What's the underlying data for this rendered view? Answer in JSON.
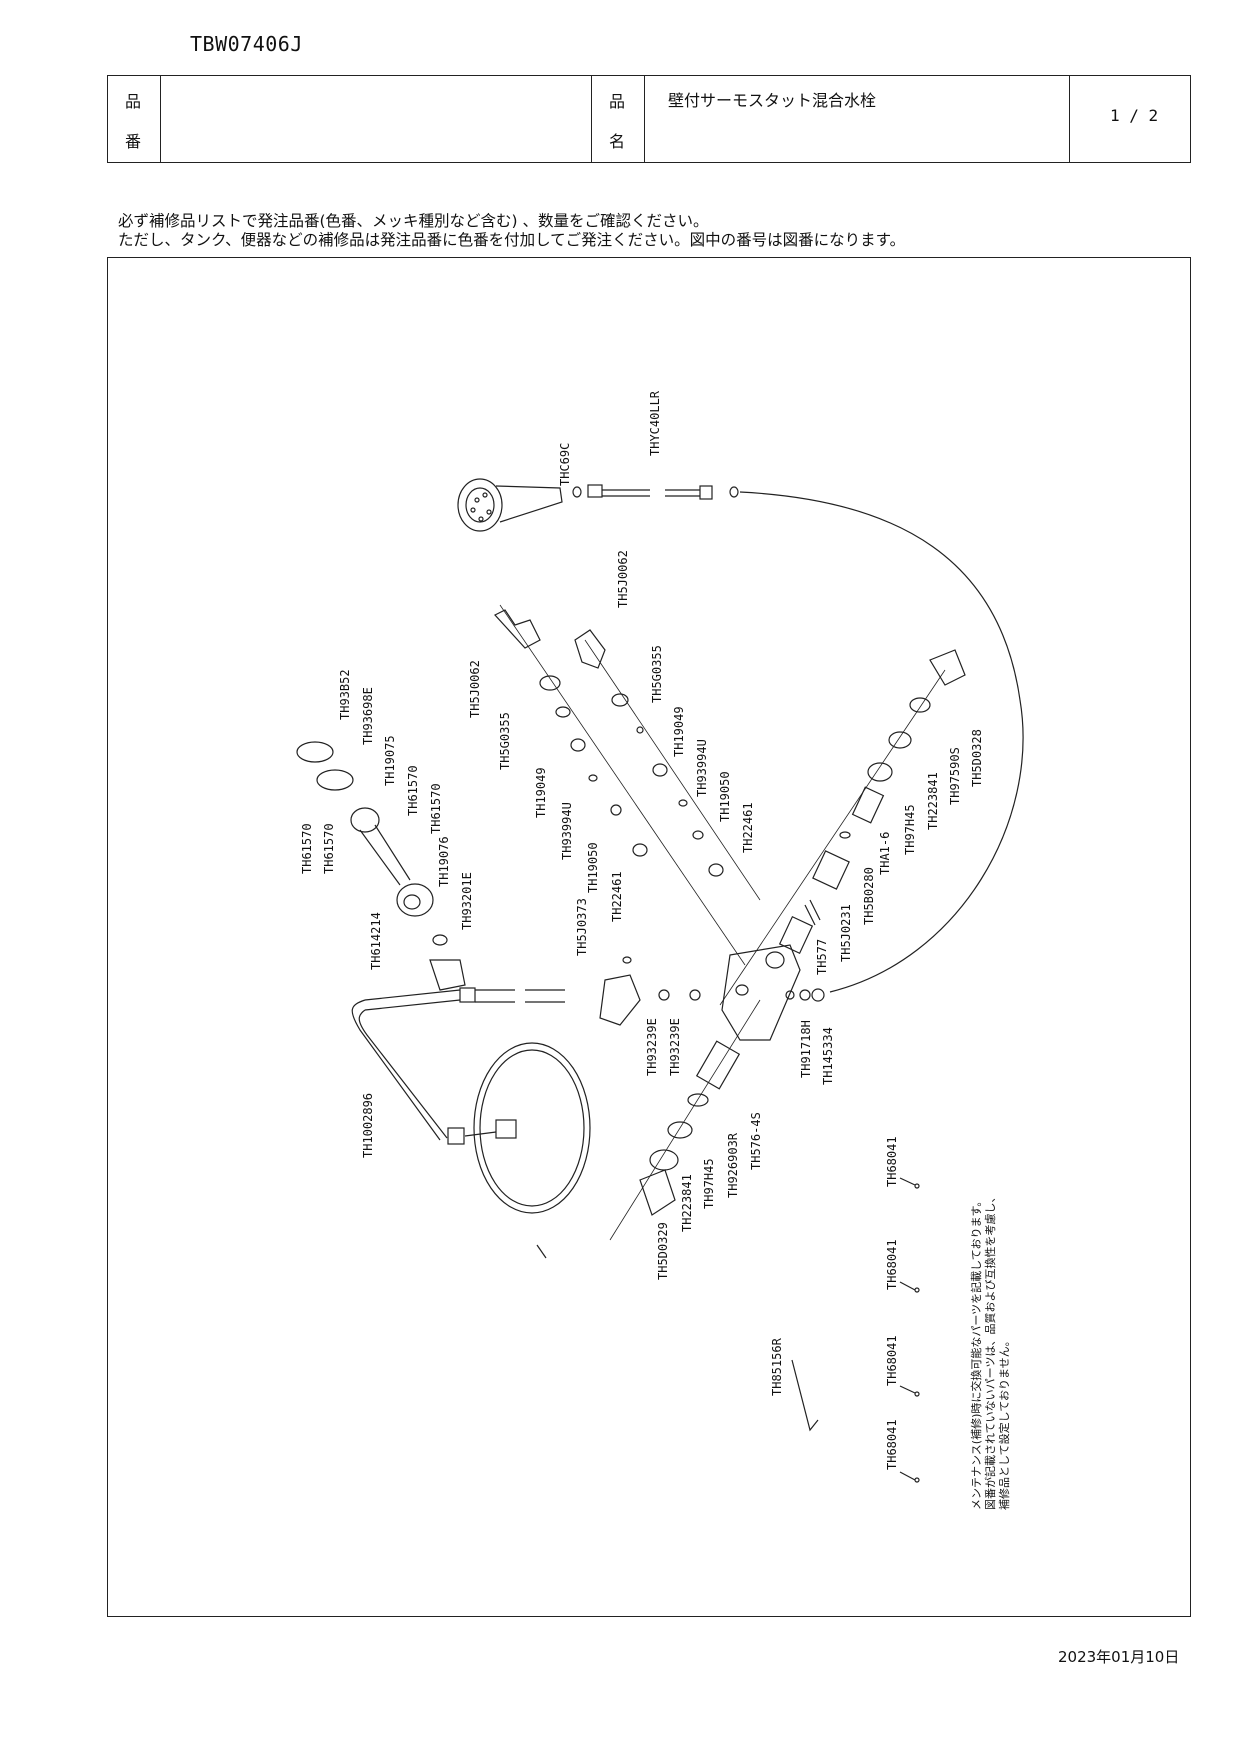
{
  "header": {
    "part_no_label_top": "品",
    "part_no_label_bottom": "番",
    "part_no": "TBW07406J",
    "name_label_top": "品",
    "name_label_bottom": "名",
    "name": "壁付サーモスタット混合水栓",
    "page": "1 / 2"
  },
  "notice": {
    "line1": "必ず補修品リストで発注品番(色番、メッキ種別など含む) 、数量をご確認ください。",
    "line2": "ただし、タンク、便器などの補修品は発注品番に色番を付加してご発注ください。図中の番号は図番になります。"
  },
  "parts": {
    "THC69C": "THC69C",
    "THYC40LLR": "THYC40LLR",
    "TH5J0062_a": "TH5J0062",
    "TH5J0062_b": "TH5J0062",
    "TH5G0355_a": "TH5G0355",
    "TH5G0355_b": "TH5G0355",
    "TH19049_a": "TH19049",
    "TH19049_b": "TH19049",
    "TH93994U_a": "TH93994U",
    "TH93994U_b": "TH93994U",
    "TH19050_a": "TH19050",
    "TH19050_b": "TH19050",
    "TH22461_a": "TH22461",
    "TH22461_b": "TH22461",
    "TH5D0328": "TH5D0328",
    "TH97590S": "TH97590S",
    "TH223841_a": "TH223841",
    "TH97H45_a": "TH97H45",
    "THA1_6": "THA1-6",
    "TH5B0280": "TH5B0280",
    "TH5J0231": "TH5J0231",
    "TH577": "TH577",
    "TH93B52": "TH93B52",
    "TH93698E": "TH93698E",
    "TH19075": "TH19075",
    "TH61570_a": "TH61570",
    "TH61570_b": "TH61570",
    "TH61570_c": "TH61570",
    "TH61570_d": "TH61570",
    "TH19076": "TH19076",
    "TH93201E": "TH93201E",
    "TH614214": "TH614214",
    "TH5J0373": "TH5J0373",
    "TH93239E_a": "TH93239E",
    "TH93239E_b": "TH93239E",
    "TH91718H": "TH91718H",
    "TH145334": "TH145334",
    "TH1002896": "TH1002896",
    "TH576_4S": "TH576-4S",
    "TH926903R": "TH926903R",
    "TH97H45_b": "TH97H45",
    "TH223841_b": "TH223841",
    "TH5D0329": "TH5D0329",
    "TH85156R": "TH85156R",
    "TH68041_a": "TH68041",
    "TH68041_b": "TH68041",
    "TH68041_c": "TH68041",
    "TH68041_d": "TH68041"
  },
  "maintenance_note": {
    "line1": "メンテナンス(補修)時に交換可能なパーツを記載しております。",
    "line2": "図番が記載されていないパーツは、品質および互換性を考慮し、",
    "line3": "補修品として設定しておりません。"
  },
  "date": "2023年01月10日"
}
